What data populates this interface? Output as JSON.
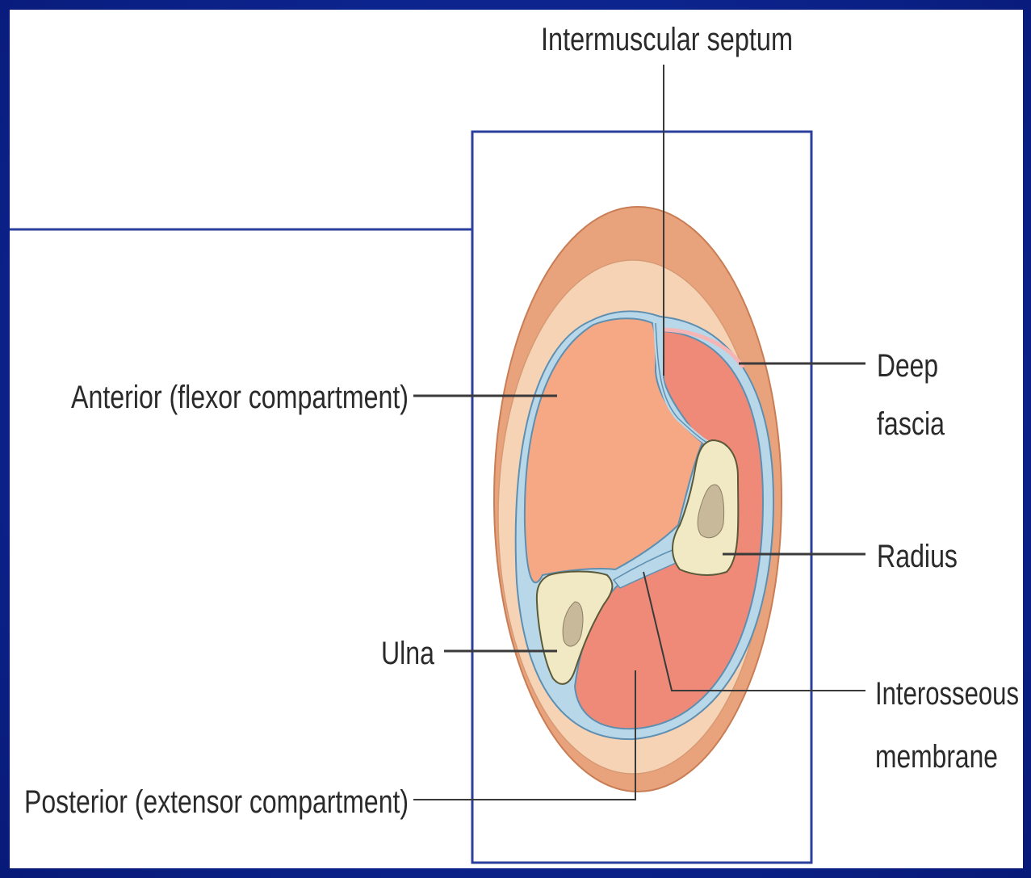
{
  "labels": {
    "intermuscular_septum": "Intermuscular septum",
    "anterior": "Anterior (flexor compartment)",
    "deep_fascia_line1": "Deep",
    "deep_fascia_line2": "fascia",
    "radius": "Radius",
    "ulna": "Ulna",
    "interosseous_line1": "Interosseous",
    "interosseous_line2": "membrane",
    "posterior": "Posterior (extensor compartment)"
  },
  "colors": {
    "slide_background": "#0d2590",
    "frame_line": "#2b3f9e",
    "skin_outer": "#e8a37c",
    "subcutaneous": "#f7d3b6",
    "fascia_blue": "#b8d8ea",
    "fascia_outline": "#5f8fb0",
    "anterior_muscle": "#f6a884",
    "posterior_muscle": "#ef8a78",
    "bone": "#f1e8c4",
    "marrow": "#c7b99a",
    "leader_line": "#3a3a3a"
  }
}
